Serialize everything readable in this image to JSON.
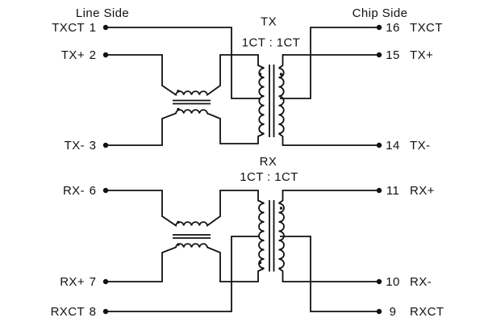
{
  "titles": {
    "line_side": "Line Side",
    "chip_side": "Chip Side"
  },
  "transformers": {
    "tx": {
      "label": "TX",
      "ratio": "1CT : 1CT"
    },
    "rx": {
      "label": "RX",
      "ratio": "1CT : 1CT"
    }
  },
  "pins": {
    "left": [
      {
        "name": "TXCT",
        "number": "1"
      },
      {
        "name": "TX+",
        "number": "2"
      },
      {
        "name": "TX-",
        "number": "3"
      },
      {
        "name": "RX-",
        "number": "6"
      },
      {
        "name": "RX+",
        "number": "7"
      },
      {
        "name": "RXCT",
        "number": "8"
      }
    ],
    "right": [
      {
        "number": "16",
        "name": "TXCT"
      },
      {
        "number": "15",
        "name": "TX+"
      },
      {
        "number": "14",
        "name": "TX-"
      },
      {
        "number": "11",
        "name": "RX+"
      },
      {
        "number": "10",
        "name": "RX-"
      },
      {
        "number": "9",
        "name": "RXCT"
      }
    ]
  },
  "colors": {
    "ink": "#111111",
    "background": "#ffffff"
  }
}
